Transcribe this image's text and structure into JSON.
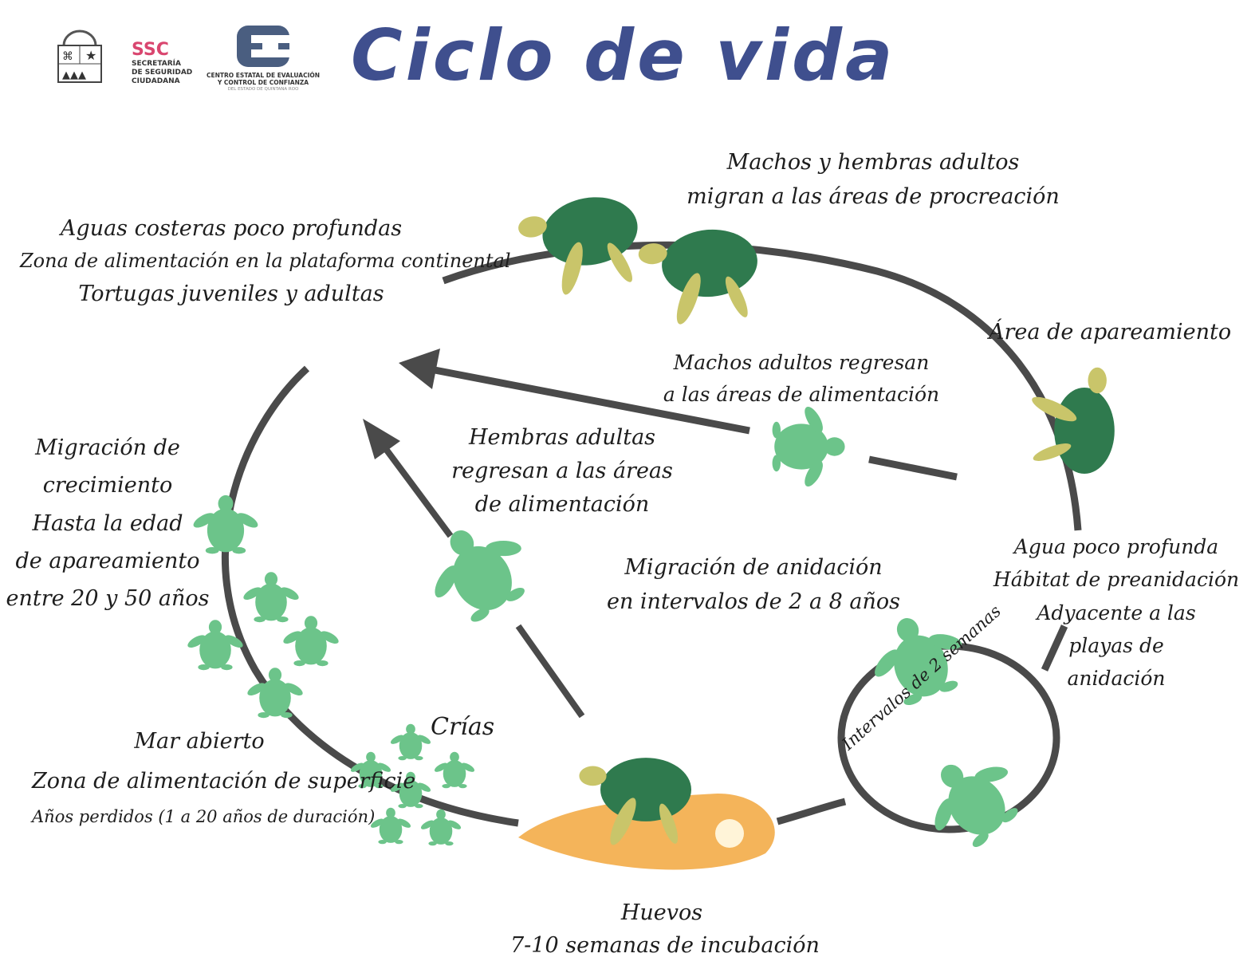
{
  "header": {
    "title": "Ciclo de vida",
    "ssc_logo": "SSC",
    "ssc_lines": [
      "SECRETARÍA",
      "DE SEGURIDAD",
      "CIUDADANA"
    ],
    "c3_lines": [
      "CENTRO ESTATAL DE EVALUACIÓN",
      "Y CONTROL DE CONFIANZA",
      "DEL ESTADO DE QUINTANA ROO"
    ],
    "ssc_color": "#d9466f",
    "c3_color": "#4a5e80"
  },
  "labels": {
    "coastal": [
      "Aguas costeras poco profundas",
      "Zona de alimentación en la plataforma continental",
      "Tortugas juveniles y adultas"
    ],
    "adults_migrate": [
      "Machos y hembras adultos",
      "migran a las áreas de procreación"
    ],
    "mating_area": "Área de apareamiento",
    "males_return": [
      "Machos adultos regresan",
      "a las áreas de alimentación"
    ],
    "females_return": [
      "Hembras adultas",
      "regresan a las áreas",
      "de alimentación"
    ],
    "growth_migration": [
      "Migración de",
      "crecimiento",
      "Hasta la edad",
      "de apareamiento",
      "entre 20 y 50 años"
    ],
    "nesting_migration": [
      "Migración de anidación",
      "en intervalos de 2 a 8 años"
    ],
    "shallow_water": [
      "Agua poco profunda",
      "Hábitat de preanidación",
      "Adyacente a las",
      "playas de",
      "anidación"
    ],
    "interval": "Intervalos de 2 semanas",
    "hatchlings": "Crías",
    "open_sea": [
      "Mar abierto",
      "Zona de alimentación de superficie",
      "Años perdidos (1 a 20 años de duración)"
    ],
    "eggs": [
      "Huevos",
      "7-10 semanas de incubación"
    ]
  },
  "colors": {
    "line": "#4a4a4a",
    "turtle_dark": "#2f7a4e",
    "turtle_light": "#6cc48a",
    "sand": "#f4b45a",
    "flipper": "#c9c56a"
  }
}
